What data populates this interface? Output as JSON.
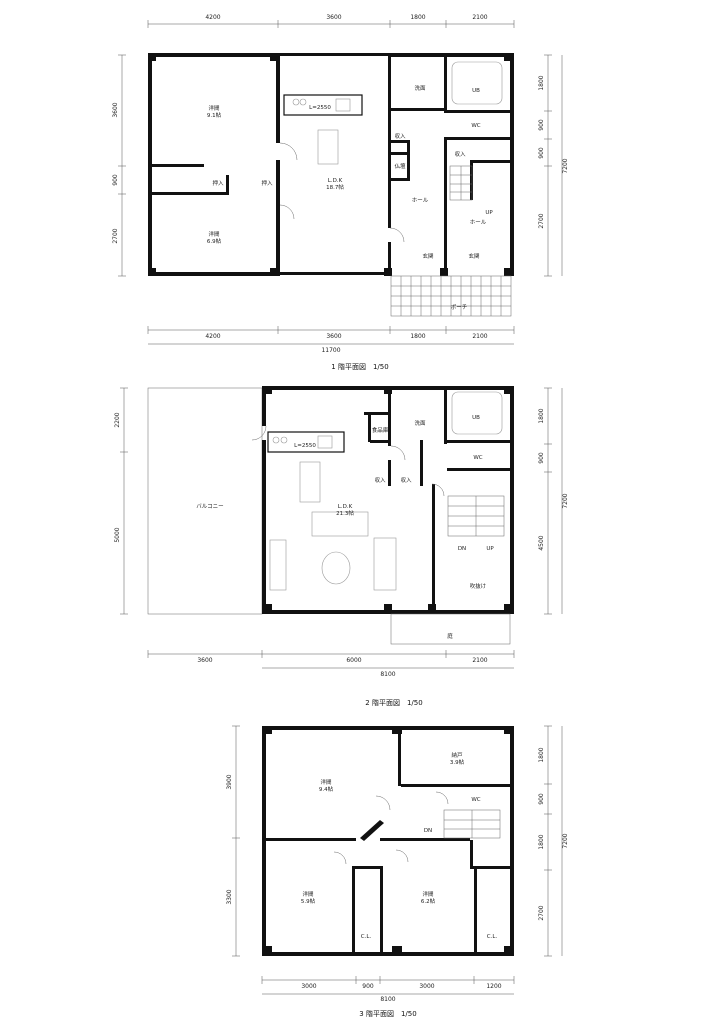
{
  "plan1": {
    "title": "1 階平面図　1/50",
    "top_dims": [
      "4200",
      "3600",
      "1800",
      "2100"
    ],
    "bottom_dims": [
      "4200",
      "3600",
      "1800",
      "2100"
    ],
    "bottom_total": "11700",
    "left_dims": [
      "3600",
      "900",
      "2700"
    ],
    "right_dims": [
      "1800",
      "900",
      "900",
      "2700"
    ],
    "right_total": "7200",
    "rooms": {
      "west_top_name": "洋間",
      "west_top_area": "9.1帖",
      "west_bottom_name": "洋間",
      "west_bottom_area": "6.9帖",
      "closet_a": "押入",
      "closet_b": "押入",
      "ldk_name": "L.D.K",
      "ldk_area": "18.7帖",
      "kitchen": "L=2550",
      "washroom": "洗面",
      "bath": "UB",
      "wc": "WC",
      "storage_a": "収入",
      "storage_b": "収入",
      "butsudan": "仏壇",
      "hall_a": "ホール",
      "hall_b": "ホール",
      "entrance_a": "玄関",
      "entrance_b": "玄関",
      "up": "UP",
      "porch": "ポーチ"
    }
  },
  "plan2": {
    "title": "2 階平面図　1/50",
    "bottom_dims": [
      "3600",
      "6000",
      "2100"
    ],
    "bottom_total": "8100",
    "left_dims": [
      "2200",
      "5000"
    ],
    "right_dims": [
      "1800",
      "900",
      "4500"
    ],
    "right_total": "7200",
    "rooms": {
      "balcony": "バルコニー",
      "ldk_name": "L.D.K",
      "ldk_area": "21.3帖",
      "kitchen": "L=2550",
      "pantry": "食品庫",
      "washroom": "洗面",
      "bath": "UB",
      "wc": "WC",
      "storage_a": "収入",
      "storage_b": "収入",
      "dn": "DN",
      "up": "UP",
      "stair_hall": "吹抜け",
      "ground": "庭"
    }
  },
  "plan3": {
    "title": "3 階平面図　1/50",
    "bottom_dims": [
      "3000",
      "900",
      "3000",
      "1200"
    ],
    "bottom_total": "8100",
    "left_dims": [
      "3900",
      "3300"
    ],
    "right_dims": [
      "1800",
      "900",
      "1800",
      "2700"
    ],
    "right_total": "7200",
    "rooms": {
      "west_top_name": "洋間",
      "west_top_area": "9.4帖",
      "west_left_name": "洋間",
      "west_left_area": "5.9帖",
      "west_right_name": "洋間",
      "west_right_area": "6.2帖",
      "storage_name": "納戸",
      "storage_area": "3.9帖",
      "wc": "WC",
      "dn": "DN",
      "cl_a": "C.L.",
      "cl_b": "C.L."
    }
  }
}
